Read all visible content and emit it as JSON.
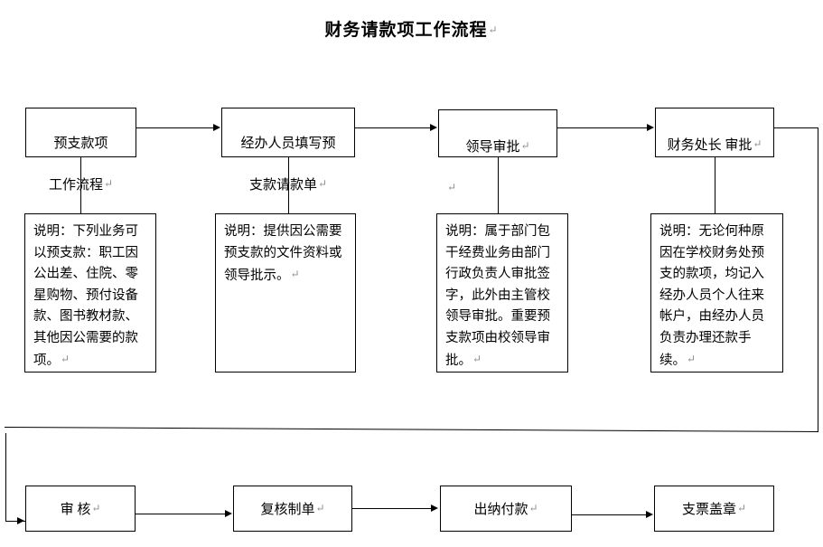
{
  "document": {
    "title": "财务请款项工作流程",
    "title_mark": "↵"
  },
  "flow": {
    "pilcrow": "↵",
    "top_row": [
      {
        "id": "advance-payment-workflow",
        "line1": "预支款项",
        "line2": "工作流程"
      },
      {
        "id": "handler-fills-form",
        "line1": "经办人员填写预",
        "line2": "支款请款单"
      },
      {
        "id": "leader-approval",
        "line1": "领导审批",
        "line2": ""
      },
      {
        "id": "finance-director-approval",
        "line1": "财务处长 审批",
        "line2": ""
      }
    ],
    "notes": [
      {
        "id": "note-advance-scope",
        "text": "说明：下列业务可以预支款：职工因公出差、住院、零星购物、预付设备款、图书教材款、其他因公需要的款项。"
      },
      {
        "id": "note-documents",
        "text": "说明：提供因公需要预支款的文件资料或领导批示。"
      },
      {
        "id": "note-approval-rules",
        "text": "说明：属于部门包干经费业务由部门行政负责人审批签字，此外由主管校领导审批。重要预支款项由校领导审批。"
      },
      {
        "id": "note-repayment-rules",
        "text": "说明：无论何种原因在学校财务处预支的款项，均记入经办人员个人往来帐户，由经办人员负责办理还款手续。"
      }
    ],
    "bottom_row": [
      {
        "id": "audit",
        "label": "审  核"
      },
      {
        "id": "recheck-voucher",
        "label": "复核制单"
      },
      {
        "id": "cashier-payment",
        "label": "出纳付款"
      },
      {
        "id": "cheque-stamp",
        "label": "支票盖章"
      }
    ]
  },
  "colors": {
    "line": "#000000",
    "text": "#000000",
    "pilcrow": "#8d8d8d",
    "background": "#ffffff"
  }
}
